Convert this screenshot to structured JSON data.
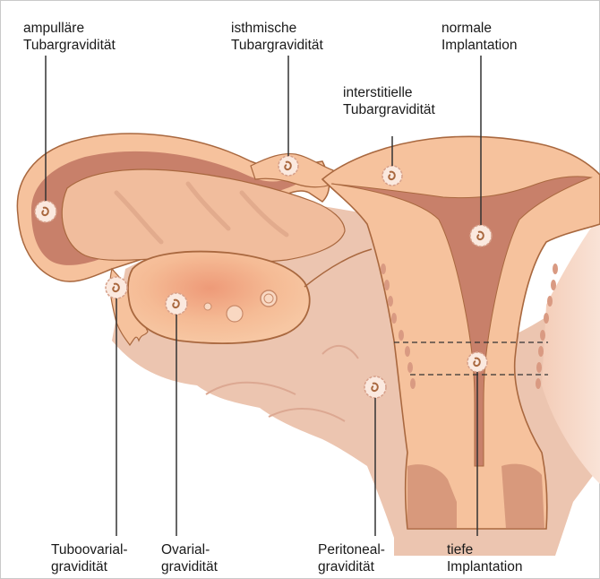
{
  "labels": {
    "ampullar": {
      "line1": "ampulläre",
      "line2": "Tubargravidität"
    },
    "isthmic": {
      "line1": "isthmische",
      "line2": "Tubargravidität"
    },
    "normal": {
      "line1": "normale",
      "line2": "Implantation"
    },
    "interstitial": {
      "line1": "interstitielle",
      "line2": "Tubargravidität"
    },
    "tuboovarian": {
      "line1": "Tuboovarial-",
      "line2": "gravidität"
    },
    "ovarian": {
      "line1": "Ovarial-",
      "line2": "gravidität"
    },
    "peritoneal": {
      "line1": "Peritoneal-",
      "line2": "gravidität"
    },
    "low": {
      "line1": "tiefe",
      "line2": "Implantation"
    }
  },
  "colors": {
    "tissue": "#f6c29d",
    "tissue_dark": "#d9906a",
    "cavity": "#c8806a",
    "outline": "#a9683f",
    "peritoneum": "#ecc5b0",
    "ovary_glow": "#f2a07e",
    "leader": "#333333"
  }
}
